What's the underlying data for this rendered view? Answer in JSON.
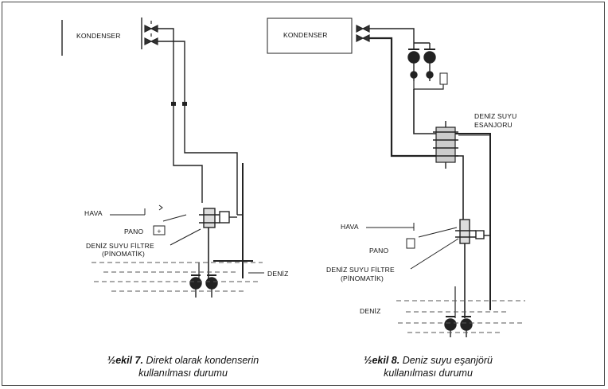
{
  "figure7": {
    "labels": {
      "kondenser": "KONDENSER",
      "hava": "HAVA",
      "pano": "PANO",
      "filtre_line1": "DENİZ SUYU FİLTRE",
      "filtre_line2": "(PİNOMATİK)",
      "deniz": "DENİZ"
    },
    "caption": {
      "number": "½ekil 7.",
      "title_line1": "Direkt olarak kondenserin",
      "title_line2": "kullanılması durumu"
    }
  },
  "figure8": {
    "labels": {
      "kondenser": "KONDENSER",
      "esanjor_line1": "DENİZ SUYU",
      "esanjor_line2": "ESANJORU",
      "hava": "HAVA",
      "pano": "PANO",
      "filtre_line1": "DENİZ SUYU FİLTRE",
      "filtre_line2": "(PİNOMATİK)",
      "deniz": "DENİZ"
    },
    "caption": {
      "number": "½ekil 8.",
      "title_line1": "Deniz suyu eşanjörü",
      "title_line2": "kullanılması durumu"
    }
  },
  "colors": {
    "pipe": "#222222",
    "water": "#555555",
    "border": "#444444"
  }
}
